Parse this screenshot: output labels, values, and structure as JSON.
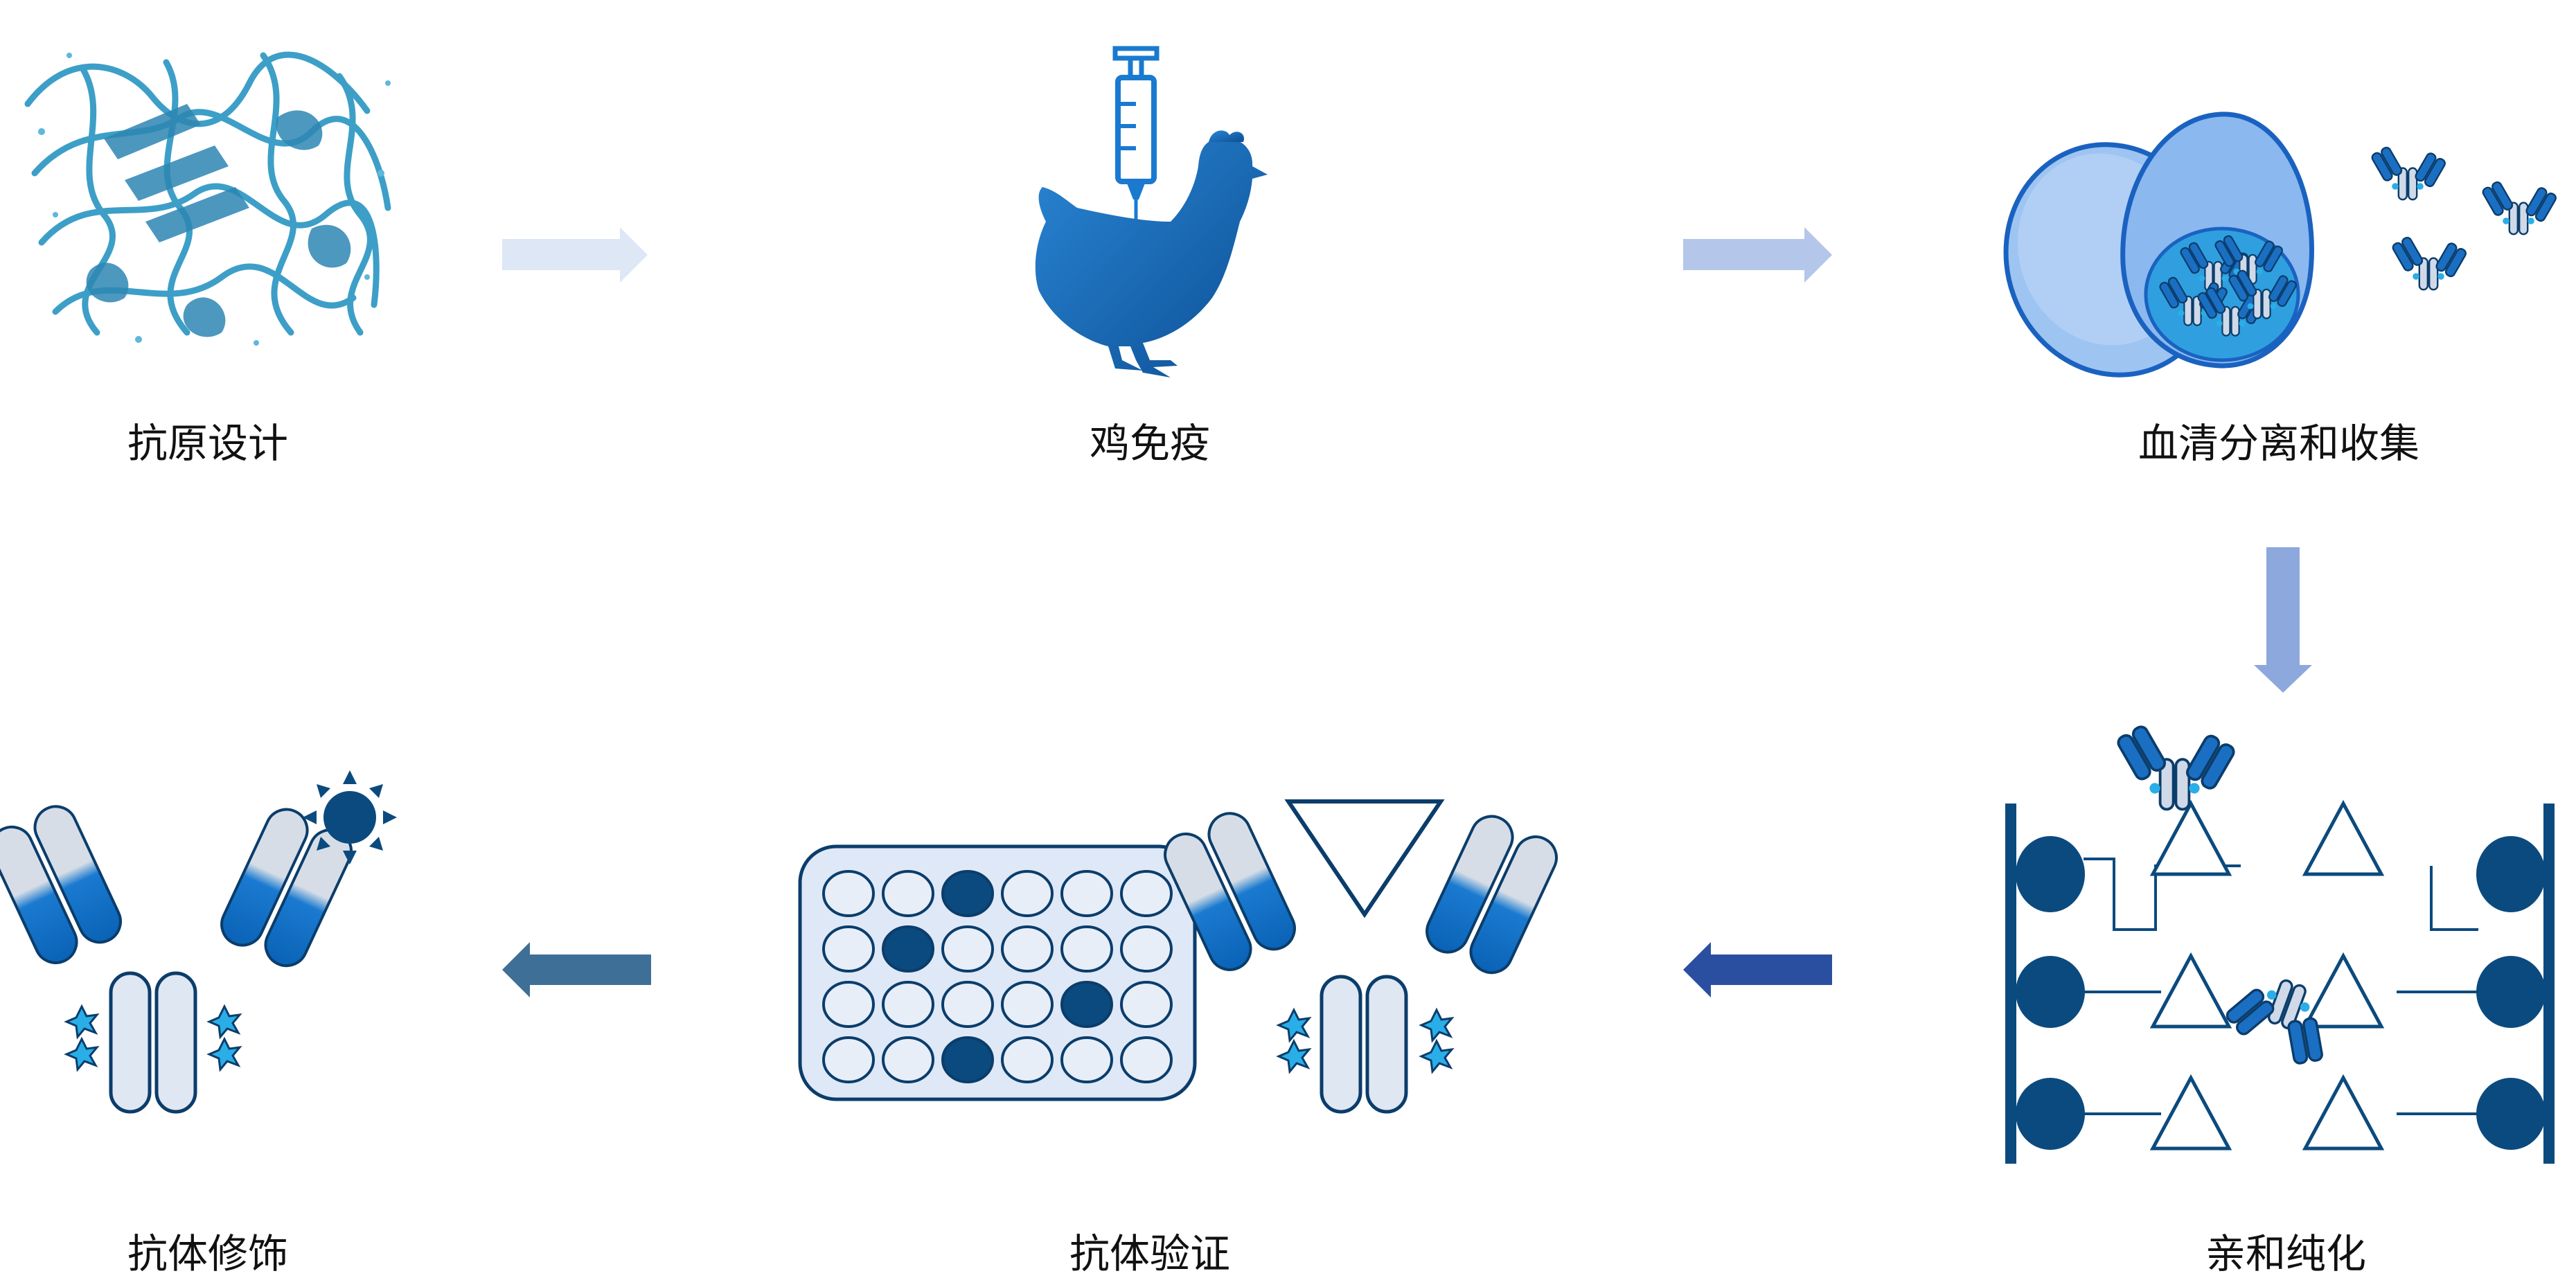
{
  "steps": [
    {
      "id": "antigen-design",
      "label": "抗原设计"
    },
    {
      "id": "chicken-immunization",
      "label": "鸡免疫"
    },
    {
      "id": "serum-separation",
      "label": "血清分离和收集"
    },
    {
      "id": "affinity-purification",
      "label": "亲和纯化"
    },
    {
      "id": "antibody-validation",
      "label": "抗体验证"
    },
    {
      "id": "antibody-modification",
      "label": "抗体修饰"
    }
  ],
  "flow": [
    "antigen-design",
    "chicken-immunization",
    "serum-separation",
    "affinity-purification",
    "antibody-validation",
    "antibody-modification"
  ],
  "plate": {
    "rows": 4,
    "cols": 6,
    "filled_wells": [
      [
        0,
        2
      ],
      [
        1,
        1
      ],
      [
        2,
        4
      ],
      [
        3,
        2
      ]
    ]
  },
  "colors": {
    "protein": "#3d9fc7",
    "chicken": "#1769b5",
    "egg_fill": "#9ec4f2",
    "egg_inner": "#2f9fe0",
    "antibody_dark": "#0a6ac5",
    "antibody_light": "#d7e2ef",
    "antibody_body": "#dfe7f3",
    "epitope": "#2aaee8",
    "column": "#0b4a7e",
    "well_filled": "#0b4a7e",
    "well_empty": "#e8eef8",
    "arrow_1": "#dde7f5",
    "arrow_2": "#b4c6ea",
    "arrow_3": "#8da8dd",
    "arrow_4": "#2b4fa0",
    "arrow_5": "#3e6f96",
    "sun": "#0b4a7e"
  }
}
